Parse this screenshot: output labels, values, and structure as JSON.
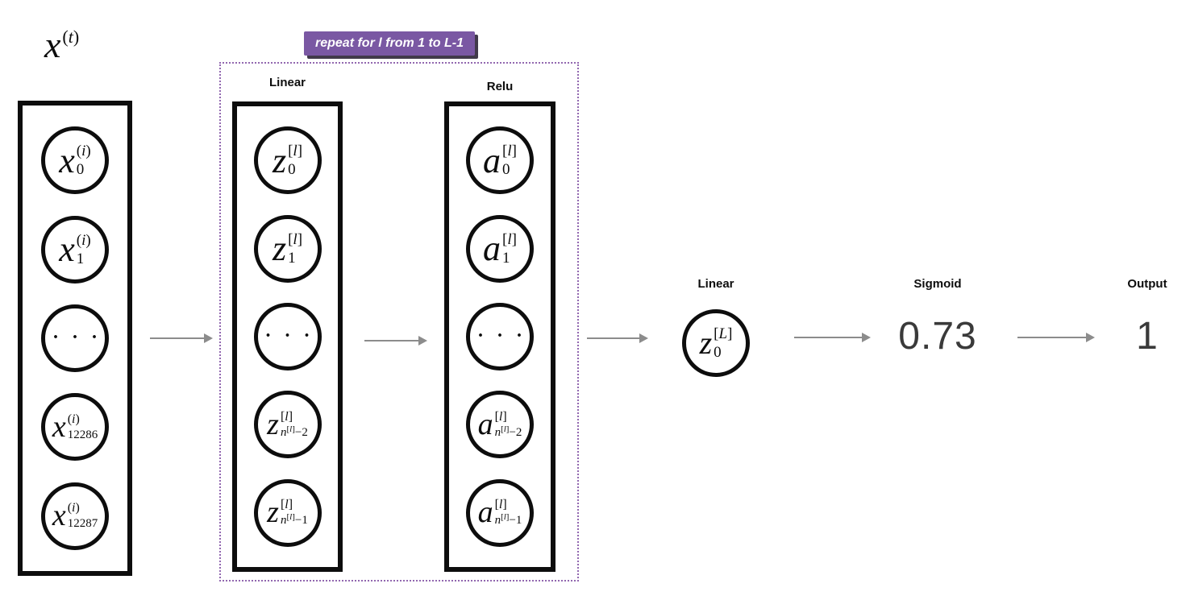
{
  "title": {
    "base": "x",
    "sup": "(t)"
  },
  "repeat_block": {
    "banner_label": "repeat for l from 1 to L-1"
  },
  "ellipsis_symbol": "· · ·",
  "columns": [
    {
      "name": "input",
      "title": "",
      "nodes": [
        {
          "base": "x",
          "sup": "(i)",
          "sub": "0"
        },
        {
          "base": "x",
          "sup": "(i)",
          "sub": "1"
        },
        {
          "ellipsis": true
        },
        {
          "base": "x",
          "sup": "(i)",
          "sub": "12286"
        },
        {
          "base": "x",
          "sup": "(i)",
          "sub": "12287"
        }
      ]
    },
    {
      "name": "linear",
      "title": "Linear",
      "nodes": [
        {
          "base": "z",
          "sup": "[l]",
          "sub": "0"
        },
        {
          "base": "z",
          "sup": "[l]",
          "sub": "1"
        },
        {
          "ellipsis": true
        },
        {
          "base": "z",
          "sup": "[l]",
          "sub": "n^[l]−2"
        },
        {
          "base": "z",
          "sup": "[l]",
          "sub": "n^[l]−1"
        }
      ]
    },
    {
      "name": "relu",
      "title": "Relu",
      "nodes": [
        {
          "base": "a",
          "sup": "[l]",
          "sub": "0"
        },
        {
          "base": "a",
          "sup": "[l]",
          "sub": "1"
        },
        {
          "ellipsis": true
        },
        {
          "base": "a",
          "sup": "[l]",
          "sub": "n^[l]−2"
        },
        {
          "base": "a",
          "sup": "[l]",
          "sub": "n^[l]−1"
        }
      ]
    }
  ],
  "final_stage": {
    "title": "Linear",
    "node": {
      "base": "z",
      "sup": "[L]",
      "sub": "0"
    }
  },
  "sigmoid_stage": {
    "title": "Sigmoid",
    "value": "0.73"
  },
  "output_stage": {
    "title": "Output",
    "value": "1"
  },
  "colors": {
    "banner_bg": "#7a58a3",
    "banner_shadow": "#413a4a",
    "banner_text": "#ffffff",
    "repeat_border": "#9268b0",
    "arrow": "#8c8c8c",
    "node_border": "#0d0d0d",
    "value_text": "#3a3a3a"
  }
}
